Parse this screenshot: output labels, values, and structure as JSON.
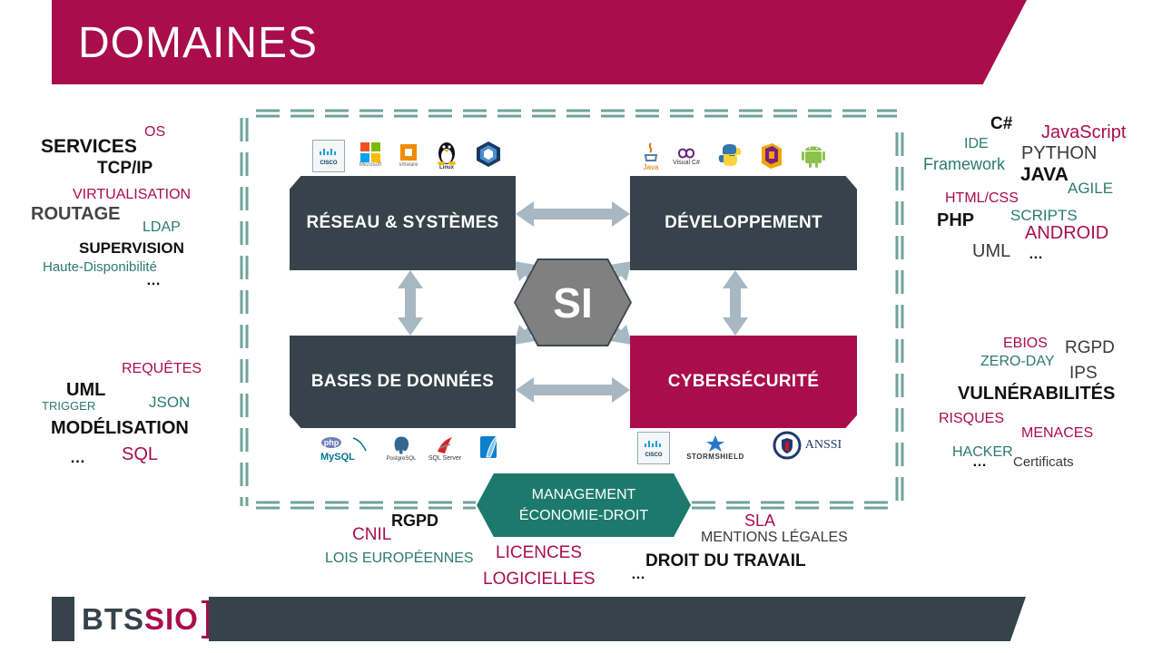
{
  "title": "DOMAINES",
  "center": "SI",
  "boxes": {
    "reseau": "RÉSEAU & SYSTÈMES",
    "dev": "DÉVELOPPEMENT",
    "bdd": "BASES DE DONNÉES",
    "cyber": "CYBERSÉCURITÉ"
  },
  "management": {
    "line1": "MANAGEMENT",
    "line2": "ÉCONOMIE-DROIT"
  },
  "logos": {
    "reseau": [
      "CISCO Networking Academy",
      "Microsoft",
      "vmware",
      "Linux",
      "VirtualBox"
    ],
    "dev": [
      "Java",
      "Visual C#",
      "Python",
      "PHP/ML",
      "Android"
    ],
    "bdd": [
      "MySQL",
      "PostgreSQL",
      "SQL Server",
      "SQLite"
    ],
    "cyber": [
      "CISCO Networking Academy",
      "STORMSHIELD",
      "ANSSI"
    ],
    "labels": {
      "cisco": "CISCO",
      "microsoft": "Microsoft",
      "vmware": "vmware",
      "linux": "Linux",
      "java": "Java",
      "visualc": "Visual C#",
      "mysql": "MySQL",
      "postgres": "PostgreSQL",
      "sqlserver": "SQL Server",
      "stormshield": "STORMSHIELD",
      "anssi": "ANSSI"
    }
  },
  "keywords": {
    "reseau": {
      "os": "OS",
      "services": "SERVICES",
      "tcpip": "TCP/IP",
      "virtualisation": "VIRTUALISATION",
      "routage": "ROUTAGE",
      "ldap": "LDAP",
      "supervision": "SUPERVISION",
      "haute_dispo": "Haute-Disponibilité",
      "etc": "…"
    },
    "bdd": {
      "requetes": "REQUÊTES",
      "uml": "UML",
      "trigger": "TRIGGER",
      "json": "JSON",
      "modelisation": "MODÉLISATION",
      "etc": "…",
      "sql": "SQL"
    },
    "dev": {
      "csharp": "C#",
      "javascript": "JavaScript",
      "ide": "IDE",
      "python": "PYTHON",
      "framework": "Framework",
      "java": "JAVA",
      "agile": "AGILE",
      "htmlcss": "HTML/CSS",
      "php": "PHP",
      "scripts": "SCRIPTS",
      "android": "ANDROID",
      "uml": "UML",
      "etc": "…"
    },
    "cyber": {
      "ebios": "EBIOS",
      "rgpd": "RGPD",
      "zeroday": "ZERO-DAY",
      "ips": "IPS",
      "vulnerabilites": "VULNÉRABILITÉS",
      "risques": "RISQUES",
      "menaces": "MENACES",
      "hacker": "HACKER",
      "etc": "…",
      "certificats": "Certificats"
    },
    "droit": {
      "cnil": "CNIL",
      "rgpd": "RGPD",
      "lois": "LOIS EUROPÉENNES",
      "licences1": "LICENCES",
      "licences2": "LOGICIELLES",
      "sla": "SLA",
      "mentions": "MENTIONS LÉGALES",
      "droit_travail": "DROIT DU TRAVAIL",
      "etc": "…"
    }
  },
  "footer": {
    "logo_bts": "BTS",
    "logo_sio": "SIO"
  },
  "colors": {
    "brand_red": "#a90d4b",
    "dark_slate": "#36434b",
    "teal": "#1c7a6c",
    "arrow": "#a7b8c2",
    "dash": "#6fa39a"
  }
}
